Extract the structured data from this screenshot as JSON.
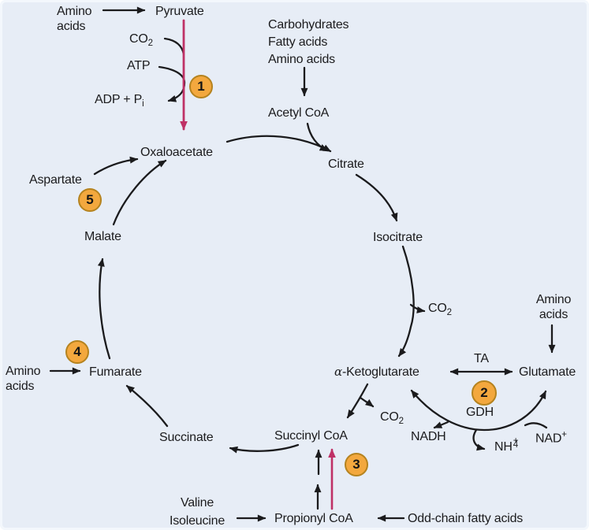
{
  "colors": {
    "background": "#e7edf6",
    "arrow_black": "#1b1b1d",
    "arrow_magenta": "#bf3166",
    "badge_fill": "#f3a83e",
    "badge_border": "#b5831f"
  },
  "labels": {
    "amino_acids_top_left": {
      "line1": "Amino",
      "line2": "acids"
    },
    "pyruvate": "Pyruvate",
    "co2_top": {
      "base": "CO",
      "sub": "2"
    },
    "atp": "ATP",
    "adp_pi": {
      "base": "ADP + P",
      "sub": "i"
    },
    "oxaloacetate": "Oxaloacetate",
    "inputs_top": {
      "line1": "Carbohydrates",
      "line2": "Fatty acids",
      "line3": "Amino acids"
    },
    "acetyl_coa": "Acetyl CoA",
    "citrate": "Citrate",
    "isocitrate": "Isocitrate",
    "co2_isocitrate": {
      "base": "CO",
      "sub": "2"
    },
    "alpha_ketoglutarate": {
      "alpha": "α",
      "rest": "-Ketoglutarate"
    },
    "ta": "TA",
    "glutamate": "Glutamate",
    "amino_acids_right": {
      "line1": "Amino",
      "line2": "acids"
    },
    "gdh": "GDH",
    "co2_akg": {
      "base": "CO",
      "sub": "2"
    },
    "nadh": "NADH",
    "nh4": {
      "base": "NH",
      "sub": "4",
      "sup": "+"
    },
    "nad": {
      "base": "NAD",
      "sup": "+"
    },
    "succinyl_coa": "Succinyl CoA",
    "succinate": "Succinate",
    "fumarate": "Fumarate",
    "amino_acids_left": {
      "line1": "Amino",
      "line2": "acids"
    },
    "malate": "Malate",
    "aspartate": "Aspartate",
    "valine": "Valine",
    "isoleucine": "Isoleucine",
    "propionyl_coa": "Propionyl CoA",
    "odd_chain_fatty_acids": "Odd-chain fatty acids"
  },
  "badges": [
    "1",
    "2",
    "3",
    "4",
    "5"
  ]
}
